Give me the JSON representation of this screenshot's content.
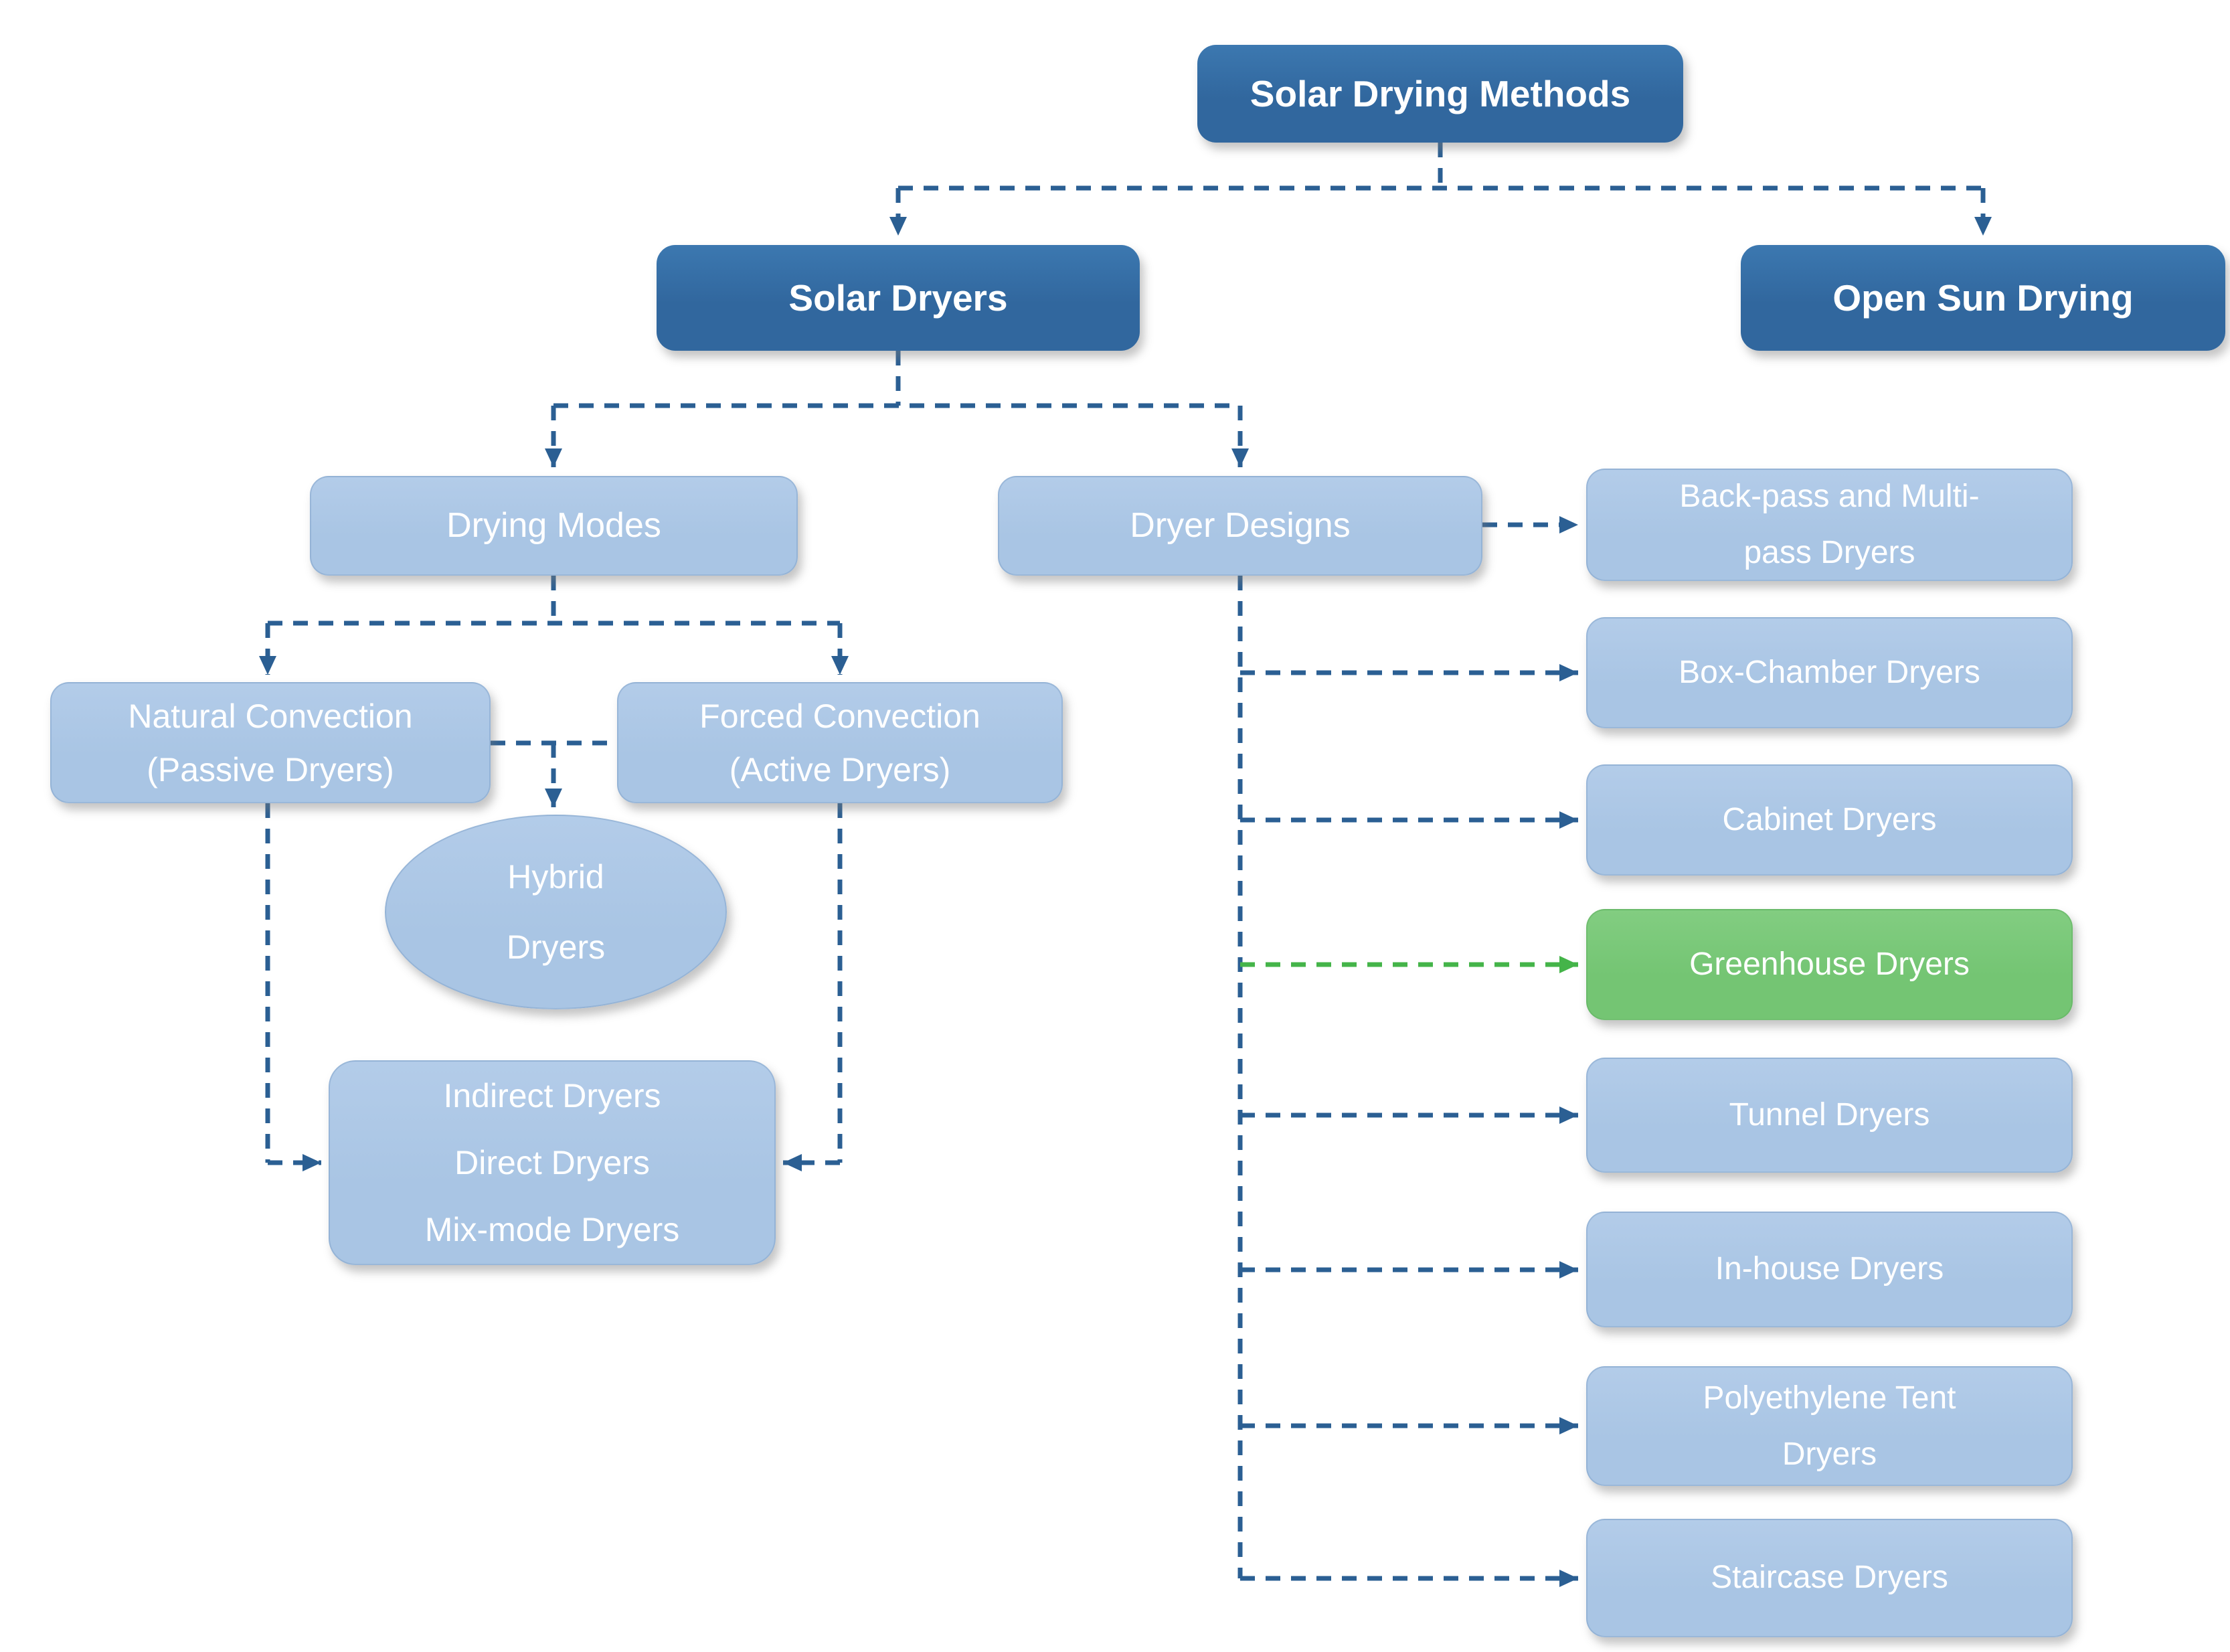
{
  "diagram": {
    "title": "Solar Drying Methods",
    "colors": {
      "node_dark_blue": "#31679E",
      "node_light_blue": "#A9C5E4",
      "node_green": "#74C573",
      "connector_blue": "#2B5F93",
      "connector_green": "#44B449",
      "text": "#FFFFFF"
    },
    "nodes": {
      "root": {
        "lines": [
          "Solar Drying Methods"
        ]
      },
      "solar_dryers": {
        "lines": [
          "Solar Dryers"
        ]
      },
      "open_sun_drying": {
        "lines": [
          "Open Sun Drying"
        ]
      },
      "drying_modes": {
        "lines": [
          "Drying Modes"
        ]
      },
      "dryer_designs": {
        "lines": [
          "Dryer Designs"
        ]
      },
      "natural_convection": {
        "lines": [
          "Natural Convection",
          "(Passive Dryers)"
        ]
      },
      "forced_convection": {
        "lines": [
          "Forced Convection",
          "(Active Dryers)"
        ]
      },
      "hybrid_dryers": {
        "lines": [
          "Hybrid",
          "Dryers"
        ]
      },
      "mode_types": {
        "lines": [
          "Indirect Dryers",
          "Direct Dryers",
          "Mix-mode Dryers"
        ]
      },
      "designs": [
        {
          "lines": [
            "Back-pass and Multi-",
            "pass Dryers"
          ]
        },
        {
          "lines": [
            "Box-Chamber Dryers"
          ]
        },
        {
          "lines": [
            "Cabinet Dryers"
          ]
        },
        {
          "lines": [
            "Greenhouse Dryers"
          ],
          "highlighted": true
        },
        {
          "lines": [
            "Tunnel Dryers"
          ]
        },
        {
          "lines": [
            "In-house Dryers"
          ]
        },
        {
          "lines": [
            "Polyethylene Tent",
            "Dryers"
          ]
        },
        {
          "lines": [
            "Staircase Dryers"
          ]
        }
      ]
    }
  }
}
